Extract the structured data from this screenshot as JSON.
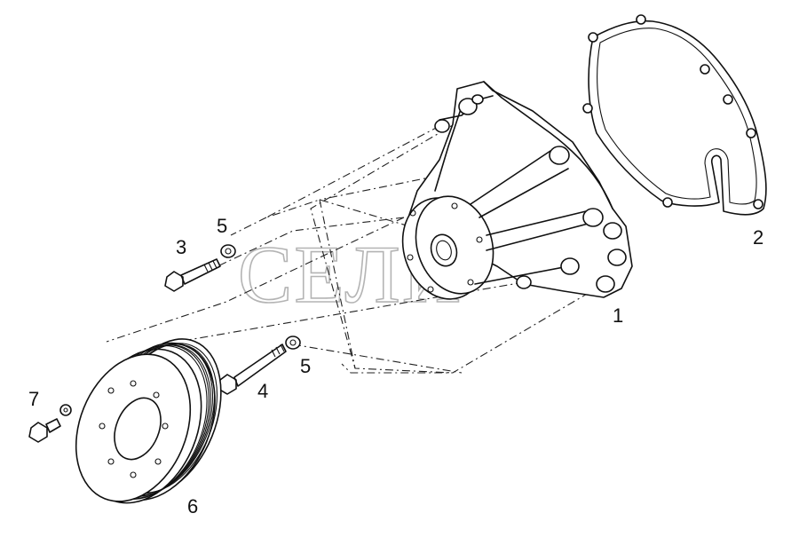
{
  "callouts": {
    "housing": "1",
    "gasket": "2",
    "bolt_short": "3",
    "bolt_long": "4",
    "washer_upper": "5",
    "washer_lower": "5",
    "pulley": "6",
    "pulley_bolt": "7"
  },
  "watermark": "СЕЛИ"
}
